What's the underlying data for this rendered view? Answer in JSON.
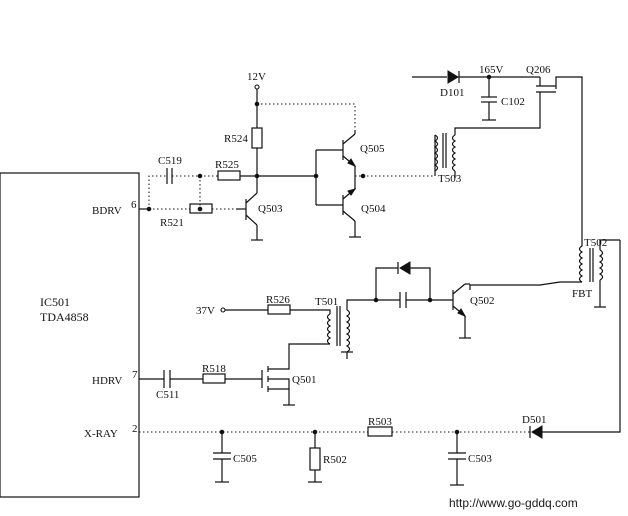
{
  "ic": {
    "name": "IC501",
    "part": "TDA4858"
  },
  "pins": {
    "bdrv": {
      "label": "BDRV",
      "number": "6"
    },
    "hdrv": {
      "label": "HDRV",
      "number": "7"
    },
    "xray": {
      "label": "X-RAY",
      "number": "2"
    }
  },
  "supplies": {
    "v12": "12V",
    "v165": "165V",
    "v37": "37V"
  },
  "components": {
    "c519": "C519",
    "r525": "R525",
    "r521": "R521",
    "r524": "R524",
    "q503": "Q503",
    "q505": "Q505",
    "q504": "Q504",
    "d101": "D101",
    "c102": "C102",
    "q206": "Q206",
    "t503": "T503",
    "t502": "T502",
    "fbt": "FBT",
    "r526": "R526",
    "t501": "T501",
    "q502": "Q502",
    "c511": "C511",
    "r518": "R518",
    "q501": "Q501",
    "r503": "R503",
    "d501": "D501",
    "c505": "C505",
    "r502": "R502",
    "c503": "C503"
  },
  "watermark": "http://www.go-gddq.com"
}
